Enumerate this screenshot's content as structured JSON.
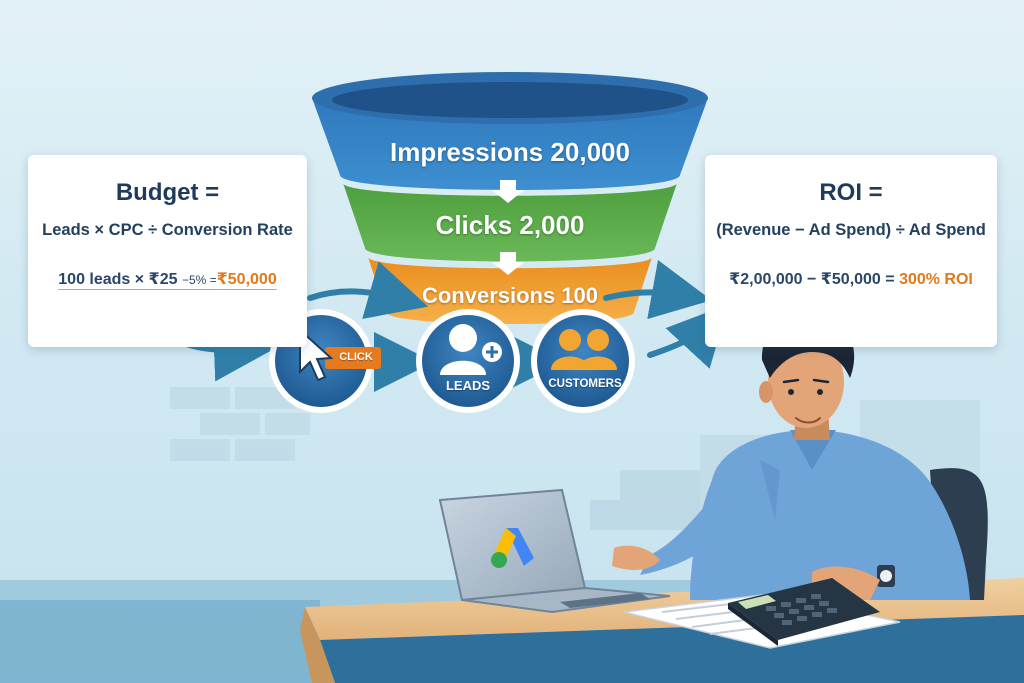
{
  "budget_card": {
    "title": "Budget =",
    "formula": "Leads × CPC ÷ Conversion Rate",
    "example_prefix": "100 leads × ₹25 ",
    "example_small": "−5% =",
    "example_result": "₹50,000"
  },
  "roi_card": {
    "title": "ROI =",
    "formula": "(Revenue − Ad Spend) ÷ Ad Spend",
    "example_prefix": "₹2,00,000 − ₹50,000 = ",
    "example_result": "300% ROI"
  },
  "funnel": {
    "impressions": "Impressions 20,000",
    "clicks": "Clicks 2,000",
    "conversions": "Conversions 100"
  },
  "steps": {
    "click": "CLICK",
    "leads": "LEADS",
    "customers": "CUSTOMERS"
  },
  "colors": {
    "funnel_top": "#3d86c6",
    "funnel_middle": "#5aa84a",
    "funnel_bottom": "#ee9a2a",
    "accent_orange": "#e07a1a",
    "navy": "#1e3a5c",
    "step_circle": "#2f6fa7"
  },
  "icons": [
    "cursor-icon",
    "add-user-icon",
    "group-icon",
    "google-ads-logo",
    "calculator-icon"
  ]
}
